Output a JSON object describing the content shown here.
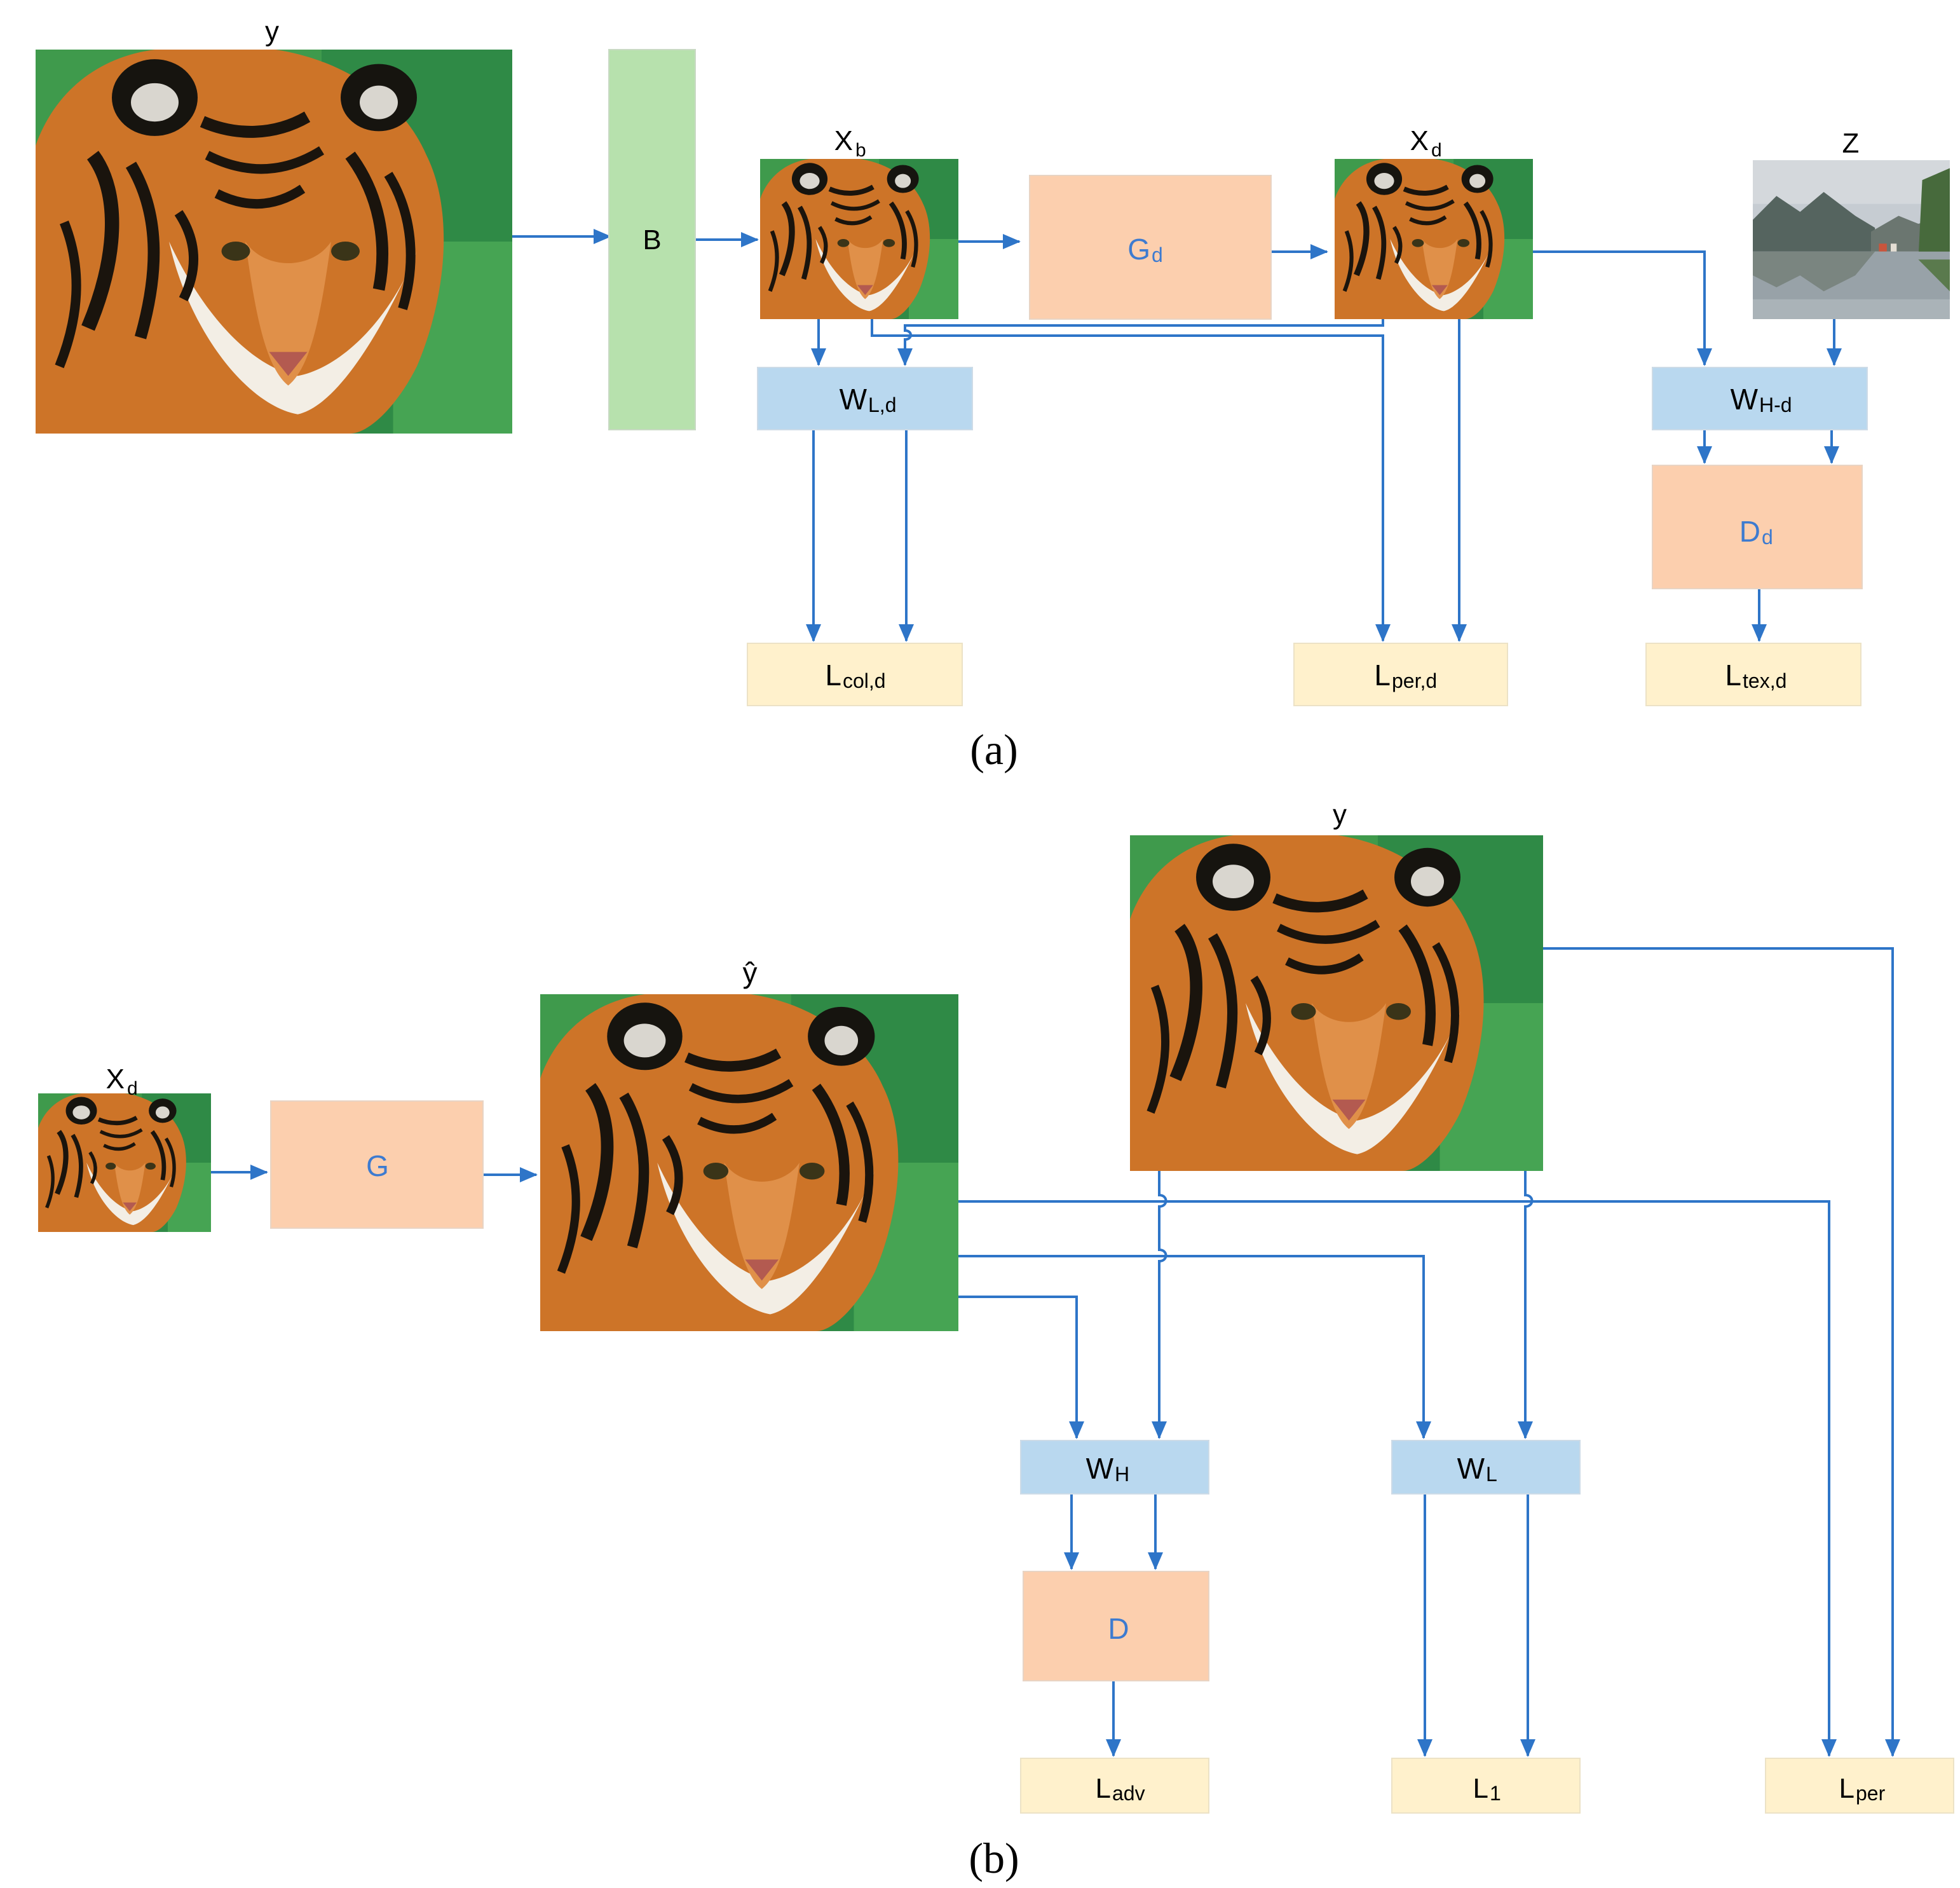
{
  "panels": {
    "a": {
      "caption": "(a)",
      "image_labels": {
        "y": "y",
        "xb": "X",
        "xb_sub": "b",
        "xd": "X",
        "xd_sub": "d",
        "z": "Z"
      },
      "blocks": {
        "b": "B",
        "gd": "G",
        "gd_sub": "d",
        "wld": "W",
        "wld_sub": "L,d",
        "whd": "W",
        "whd_sub": "H-d",
        "dd": "D",
        "dd_sub": "d",
        "lcol": "L",
        "lcol_sub": "col,d",
        "lper": "L",
        "lper_sub": "per,d",
        "ltex": "L",
        "ltex_sub": "tex,d"
      }
    },
    "b": {
      "caption": "(b)",
      "image_labels": {
        "xd": "X",
        "xd_sub": "d",
        "yhat": "ŷ",
        "y": "y"
      },
      "blocks": {
        "g": "G",
        "wh": "W",
        "wh_sub": "H",
        "wl": "W",
        "wl_sub": "L",
        "d": "D",
        "ladv": "L",
        "ladv_sub": "adv",
        "l1": "L",
        "l1_sub": "1",
        "lper": "L",
        "lper_sub": "per"
      }
    }
  },
  "colors": {
    "arrow": "#2e75c8",
    "generator": "#fccfae",
    "wavelet": "#b9d8ef",
    "loss": "#fff1cc",
    "blur": "#b7e1ad",
    "accent_text": "#3d7bd0",
    "text": "#000000"
  },
  "icons": {
    "tiger": "tiger-photo",
    "landscape": "lake-landscape-photo"
  }
}
